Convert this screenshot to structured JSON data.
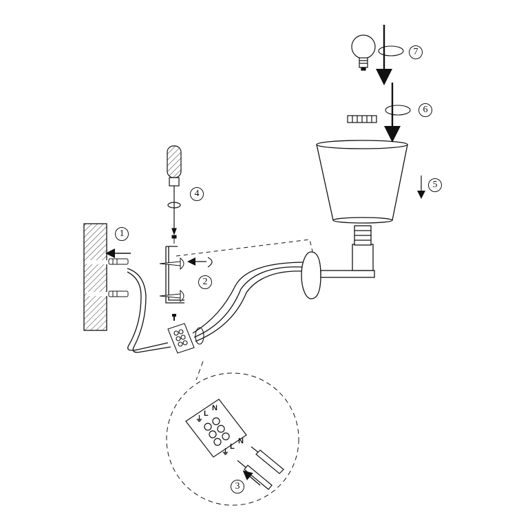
{
  "steps": [
    {
      "id": "step-1",
      "number": "1"
    },
    {
      "id": "step-2",
      "number": "2"
    },
    {
      "id": "step-3",
      "number": "3"
    },
    {
      "id": "step-4",
      "number": "4"
    },
    {
      "id": "step-5",
      "number": "5"
    },
    {
      "id": "step-6",
      "number": "6"
    },
    {
      "id": "step-7",
      "number": "7"
    }
  ],
  "terminal_marks": {
    "earth": "⏚",
    "line": "L",
    "neutral": "N"
  },
  "colors": {
    "stroke": "#111111",
    "hatch": "#555555",
    "background": "#ffffff"
  },
  "icons": [
    "screwdriver-icon",
    "light-bulb-icon",
    "wall-anchor-icon",
    "screw-icon",
    "lamp-shade-icon",
    "terminal-block-icon",
    "rotation-arrow-icon"
  ]
}
